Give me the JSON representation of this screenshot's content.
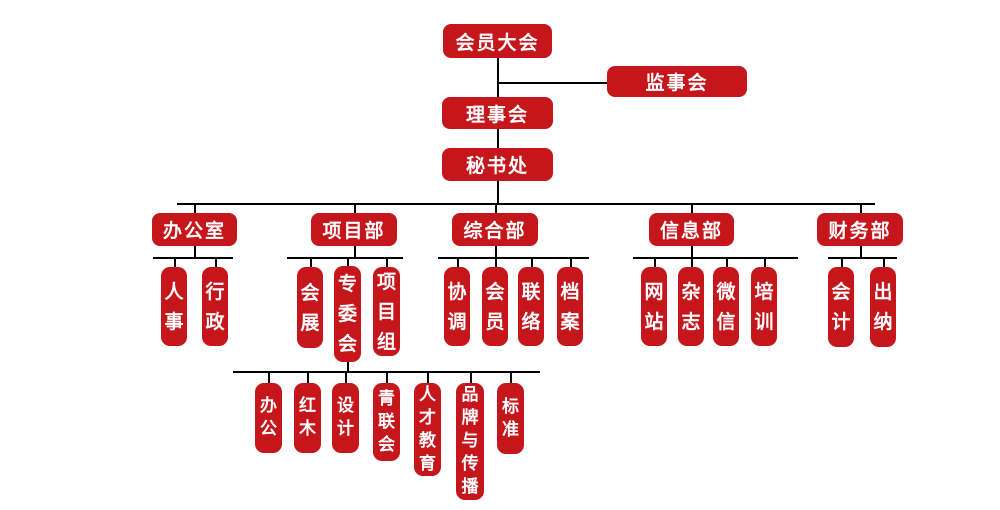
{
  "org_chart": {
    "type": "organization-chart",
    "root": {
      "label": "会员大会"
    },
    "supervisory": {
      "label": "监事会"
    },
    "council": {
      "label": "理事会"
    },
    "secretariat": {
      "label": "秘书处"
    },
    "departments": [
      {
        "label": "办公室",
        "children": [
          {
            "label": "人事"
          },
          {
            "label": "行政"
          }
        ]
      },
      {
        "label": "项目部",
        "children": [
          {
            "label": "会展"
          },
          {
            "label": "专委会",
            "children": [
              {
                "label": "办公"
              },
              {
                "label": "红木"
              },
              {
                "label": "设计"
              },
              {
                "label": "青联会"
              },
              {
                "label": "人才教育"
              },
              {
                "label": "品牌与传播"
              },
              {
                "label": "标准"
              }
            ]
          },
          {
            "label": "项目组"
          }
        ]
      },
      {
        "label": "综合部",
        "children": [
          {
            "label": "协调"
          },
          {
            "label": "会员"
          },
          {
            "label": "联络"
          },
          {
            "label": "档案"
          }
        ]
      },
      {
        "label": "信息部",
        "children": [
          {
            "label": "网站"
          },
          {
            "label": "杂志"
          },
          {
            "label": "微信"
          },
          {
            "label": "培训"
          }
        ]
      },
      {
        "label": "财务部",
        "children": [
          {
            "label": "会计"
          },
          {
            "label": "出纳"
          }
        ]
      }
    ]
  },
  "colors": {
    "node_fill": "#C5161C",
    "node_text": "#FFFFFF",
    "connector": "#000000",
    "background": "#FFFFFF"
  }
}
